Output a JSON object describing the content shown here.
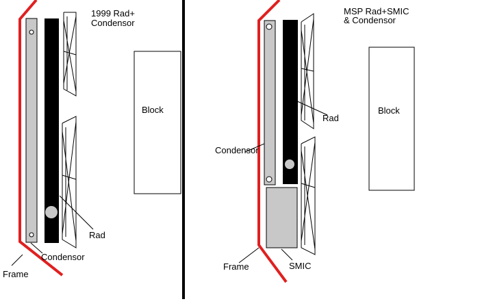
{
  "colors": {
    "frame": "#e02020",
    "radiator": "#000000",
    "condenser_fill": "#c8c8c8",
    "smic_fill": "#c8c8c8",
    "outline": "#000000",
    "background": "#ffffff"
  },
  "left_panel": {
    "title_line1": "1999 Rad+",
    "title_line2": "Condensor",
    "block_label": "Block",
    "rad_label": "Rad",
    "condenser_label": "Condensor",
    "frame_label": "Frame"
  },
  "right_panel": {
    "title_line1": "MSP Rad+SMIC",
    "title_line2": "& Condensor",
    "block_label": "Block",
    "rad_label": "Rad",
    "condenser_label": "Condensor",
    "frame_label": "Frame",
    "smic_label": "SMIC"
  }
}
